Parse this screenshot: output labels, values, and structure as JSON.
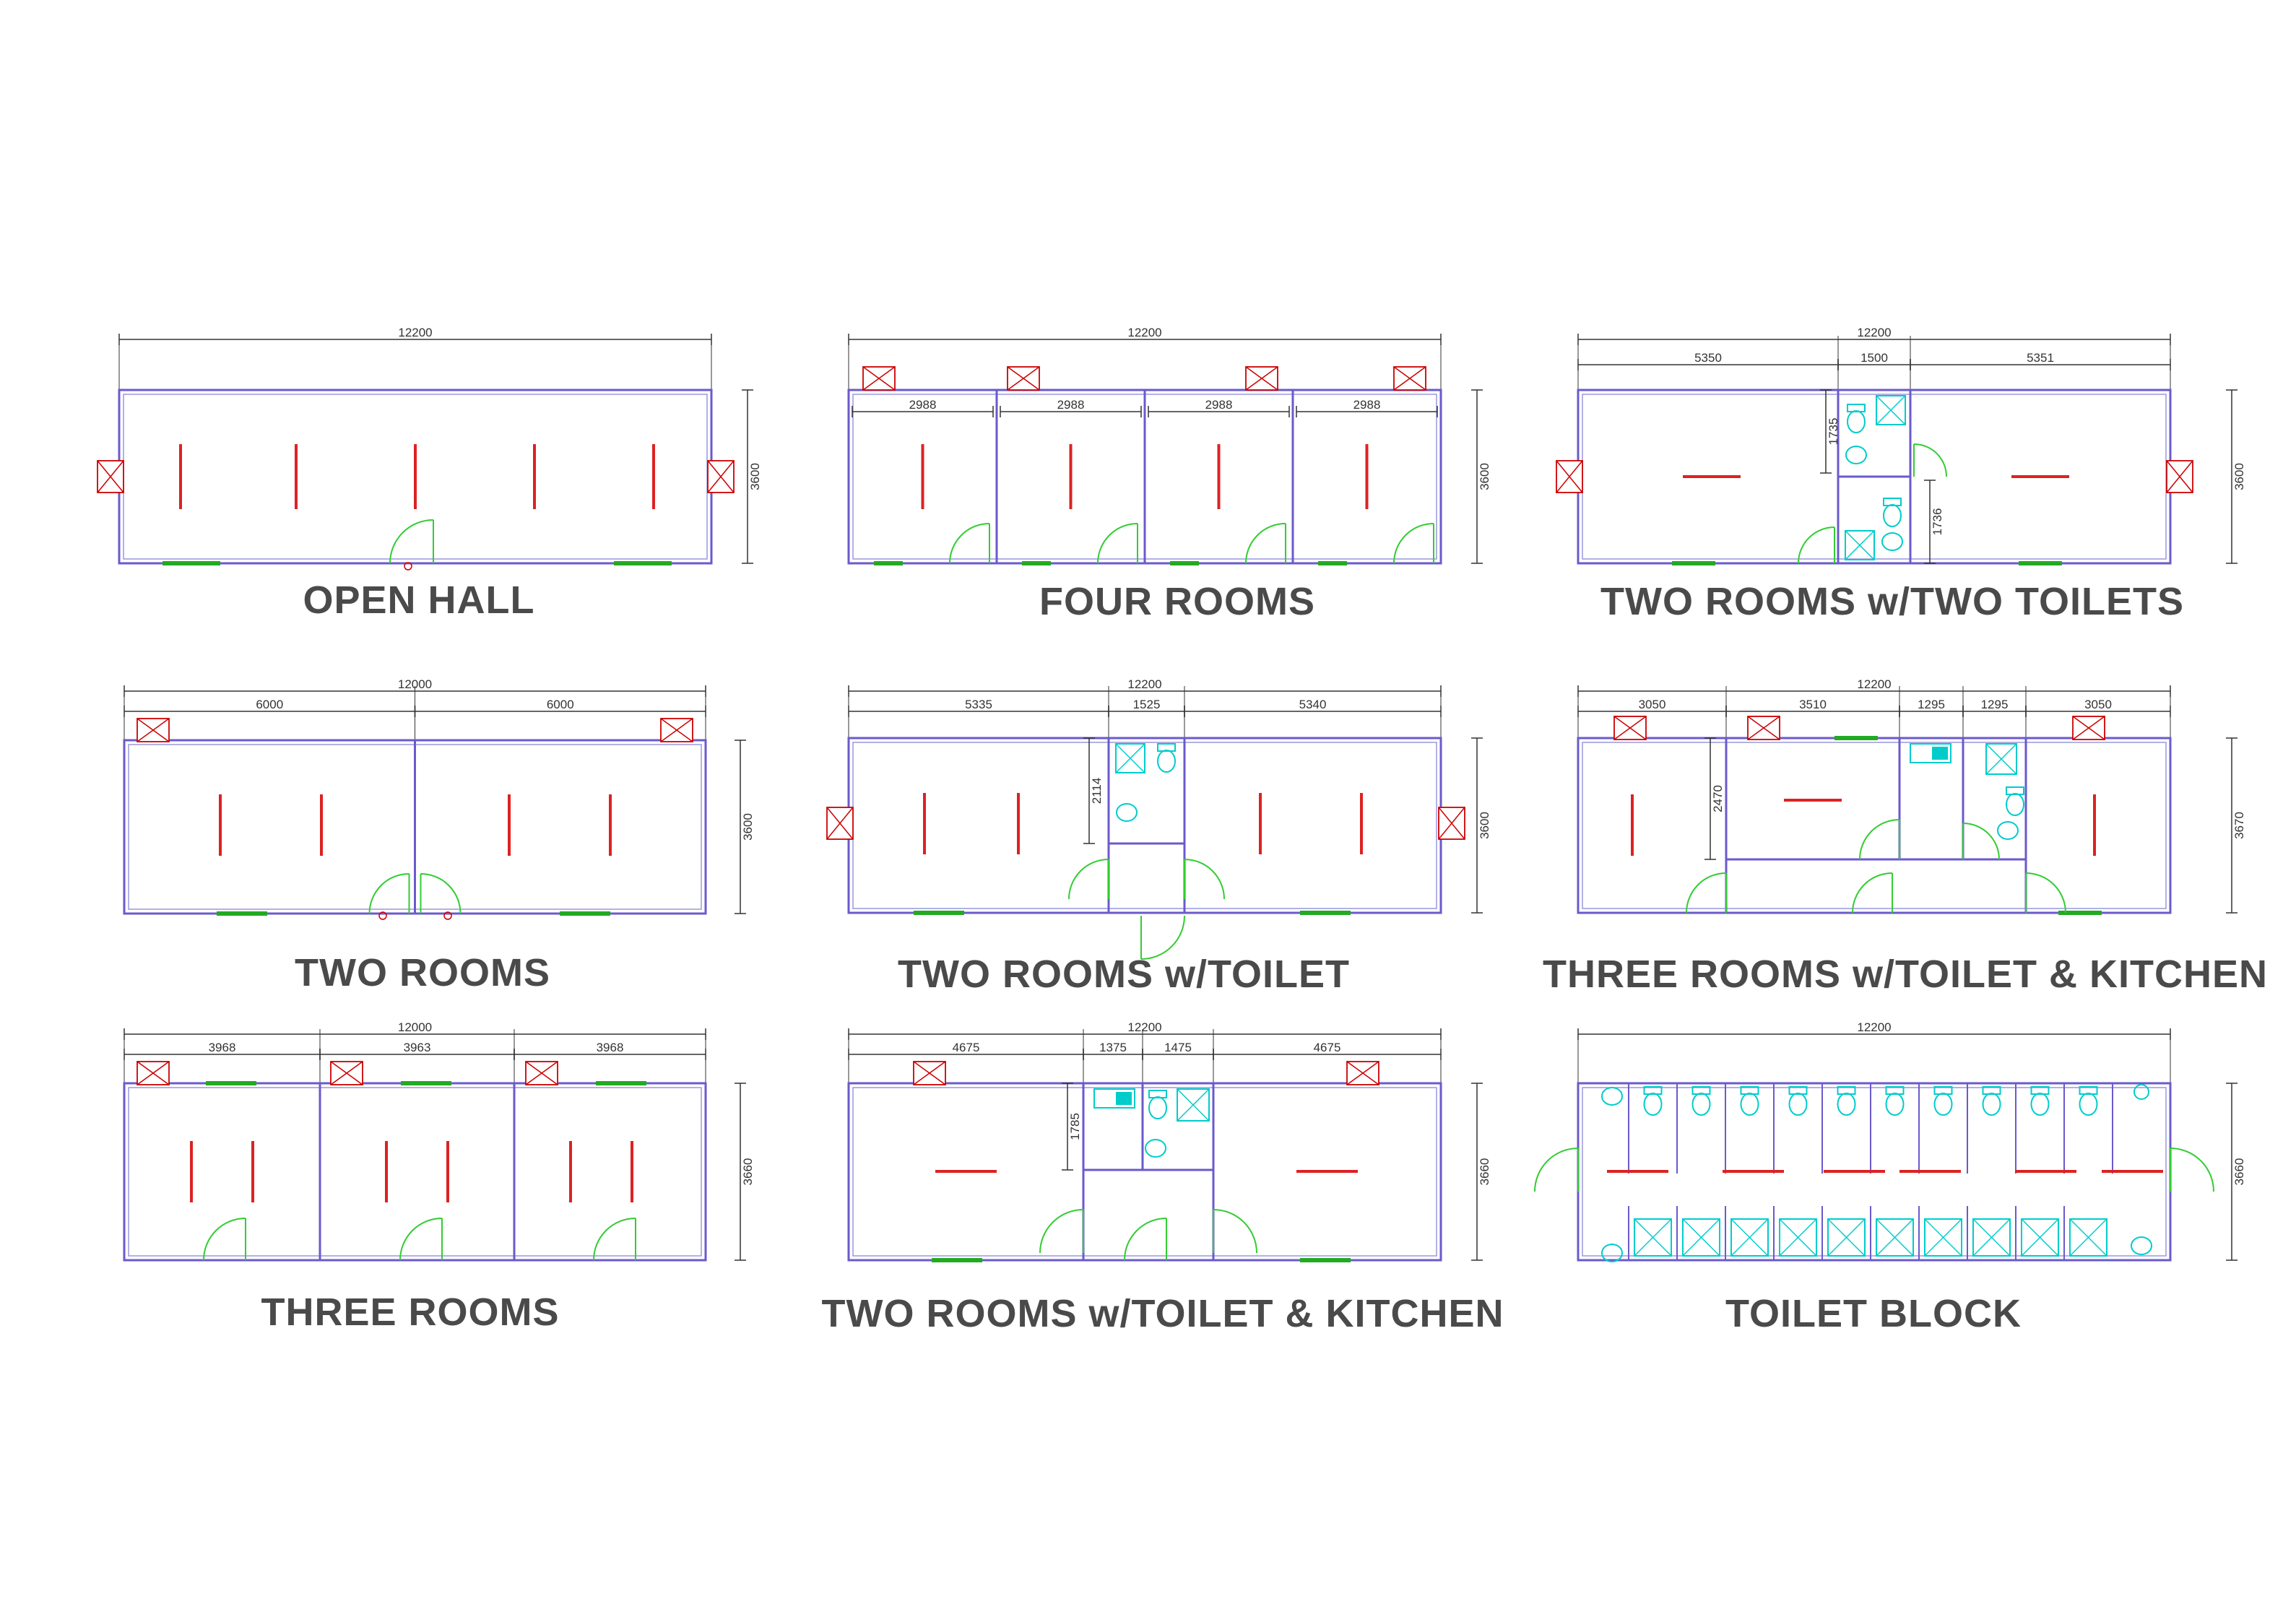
{
  "plans": [
    {
      "id": "open-hall",
      "title": "OPEN HALL",
      "total": "12200",
      "height": "3600",
      "segments": []
    },
    {
      "id": "four-rooms",
      "title": "FOUR ROOMS",
      "total": "12200",
      "height": "3600",
      "segments": [
        "2988",
        "2988",
        "2988",
        "2988"
      ]
    },
    {
      "id": "two-rooms-two-toilets",
      "title": "TWO ROOMS w/TWO TOILETS",
      "total": "12200",
      "height": "3600",
      "segments": [
        "5350",
        "1500",
        "5351"
      ],
      "inner": [
        "1735",
        "1736"
      ]
    },
    {
      "id": "two-rooms",
      "title": "TWO ROOMS",
      "total": "12000",
      "height": "3600",
      "segments": [
        "6000",
        "6000"
      ]
    },
    {
      "id": "two-rooms-toilet",
      "title": "TWO ROOMS w/TOILET",
      "total": "12200",
      "height": "3600",
      "segments": [
        "5335",
        "1525",
        "5340"
      ],
      "inner": [
        "2114"
      ]
    },
    {
      "id": "three-rooms-toilet-kitchen",
      "title": "THREE ROOMS w/TOILET & KITCHEN",
      "total": "12200",
      "height": "3670",
      "segments": [
        "3050",
        "3510",
        "1295",
        "1295",
        "3050"
      ],
      "inner": [
        "2470"
      ]
    },
    {
      "id": "three-rooms",
      "title": "THREE ROOMS",
      "total": "12000",
      "height": "3660",
      "segments": [
        "3968",
        "3963",
        "3968"
      ]
    },
    {
      "id": "two-rooms-toilet-kitchen",
      "title": "TWO ROOMS w/TOILET & KITCHEN",
      "total": "12200",
      "height": "3660",
      "segments": [
        "4675",
        "1375",
        "1475",
        "4675"
      ],
      "inner": [
        "1785"
      ]
    },
    {
      "id": "toilet-block",
      "title": "TOILET BLOCK",
      "total": "12200",
      "height": "3660",
      "segments": []
    }
  ],
  "colors": {
    "wall": "#6a5acd",
    "wall_inner": "#9999dd",
    "door": "#33cc33",
    "window": "#22aa22",
    "light": "#dd2222",
    "fixture": "#00cccc",
    "dim": "#333333",
    "hatch": "#cc0000",
    "text": "#4a4a4a"
  }
}
